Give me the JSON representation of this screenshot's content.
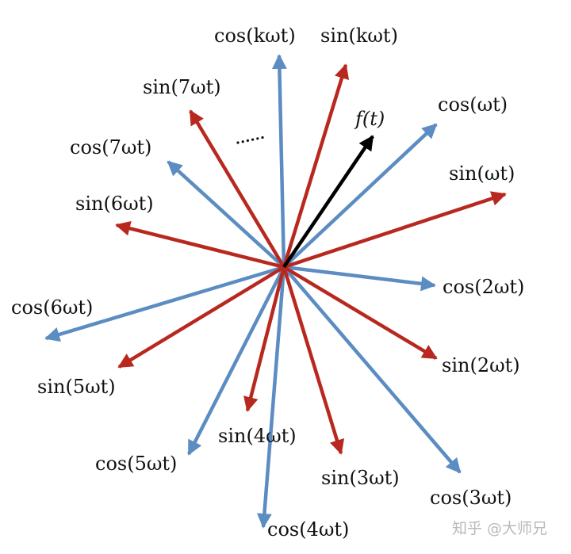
{
  "colors": {
    "cos": "#5b8cc2",
    "sin": "#b8281f",
    "f": "#000000"
  },
  "ellipsis": "......",
  "watermark": "知乎 @大师兄",
  "vectors": [
    {
      "kind": "cos",
      "label": "cos(kωt)"
    },
    {
      "kind": "sin",
      "label": "sin(kωt)"
    },
    {
      "kind": "sin",
      "label": "sin(7ωt)"
    },
    {
      "kind": "f",
      "label": "f(t)"
    },
    {
      "kind": "cos",
      "label": "cos(ωt)"
    },
    {
      "kind": "cos",
      "label": "cos(7ωt)"
    },
    {
      "kind": "sin",
      "label": "sin(ωt)"
    },
    {
      "kind": "sin",
      "label": "sin(6ωt)"
    },
    {
      "kind": "cos",
      "label": "cos(2ωt)"
    },
    {
      "kind": "cos",
      "label": "cos(6ωt)"
    },
    {
      "kind": "sin",
      "label": "sin(2ωt)"
    },
    {
      "kind": "sin",
      "label": "sin(5ωt)"
    },
    {
      "kind": "sin",
      "label": "sin(4ωt)"
    },
    {
      "kind": "cos",
      "label": "cos(5ωt)"
    },
    {
      "kind": "sin",
      "label": "sin(3ωt)"
    },
    {
      "kind": "cos",
      "label": "cos(3ωt)"
    },
    {
      "kind": "cos",
      "label": "cos(4ωt)"
    }
  ]
}
